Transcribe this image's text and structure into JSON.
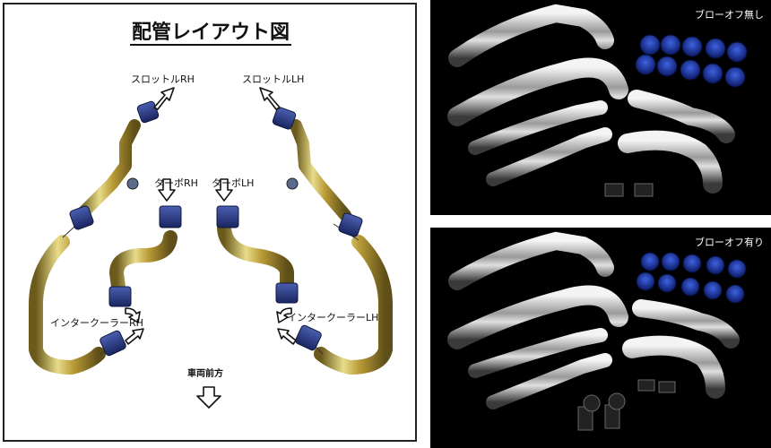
{
  "diagram": {
    "title": "配管レイアウト図",
    "labels": {
      "throttle_rh": "スロットルRH",
      "throttle_lh": "スロットルLH",
      "turbo_rh": "ターボRH",
      "turbo_lh": "ターボLH",
      "intercooler_rh": "インタークーラーRH",
      "intercooler_lh": "インタークーラーLH",
      "vehicle_front": "車両前方"
    }
  },
  "photos": {
    "top_label": "ブローオフ無し",
    "bottom_label": "ブローオフ有り"
  },
  "colors": {
    "pipe_gold": "#c9b04a",
    "hose_blue": "#2a3f8f",
    "photo_bg": "#000000"
  }
}
